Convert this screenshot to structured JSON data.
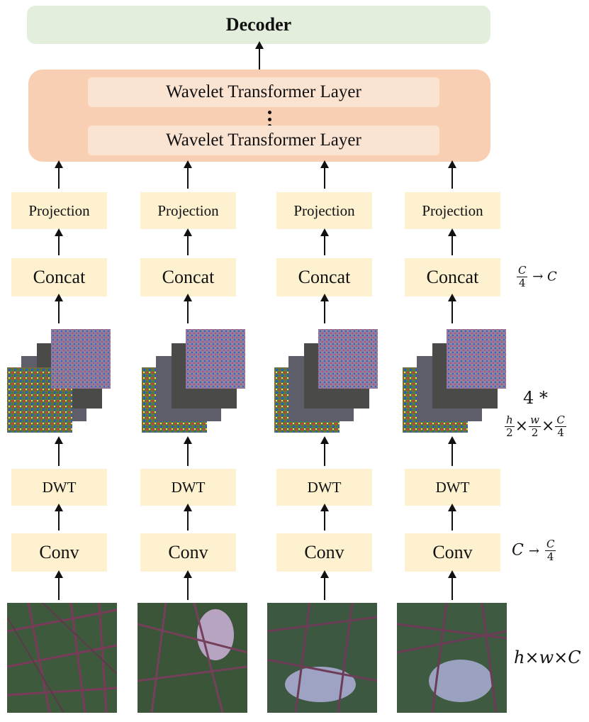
{
  "decoder": {
    "label": "Decoder"
  },
  "transformer": {
    "layer_top": "Wavelet Transformer Layer",
    "layer_bottom": "Wavelet Transformer Layer"
  },
  "columns": [
    {
      "projection": "Projection",
      "concat": "Concat",
      "dwt": "DWT",
      "conv": "Conv"
    },
    {
      "projection": "Projection",
      "concat": "Concat",
      "dwt": "DWT",
      "conv": "Conv"
    },
    {
      "projection": "Projection",
      "concat": "Concat",
      "dwt": "DWT",
      "conv": "Conv"
    },
    {
      "projection": "Projection",
      "concat": "Concat",
      "dwt": "DWT",
      "conv": "Conv"
    }
  ],
  "annotations": {
    "concat_dim": {
      "num": "C",
      "den": "4",
      "arrow": "→",
      "rhs": "C"
    },
    "subbands": {
      "count": "4 *",
      "h_num": "h",
      "h_den": "2",
      "w_num": "w",
      "w_den": "2",
      "c_num": "C",
      "c_den": "4",
      "times": "×"
    },
    "conv_dim": {
      "lhs": "C",
      "arrow": "→",
      "num": "C",
      "den": "4"
    },
    "input_dim": {
      "text": "h×w×C"
    }
  },
  "colors": {
    "decoder_fill": "#e3efdc",
    "transformer_fill": "#f8cfb2",
    "layer_fill": "#fbe3d2",
    "block_fill": "#fdf1cf"
  }
}
